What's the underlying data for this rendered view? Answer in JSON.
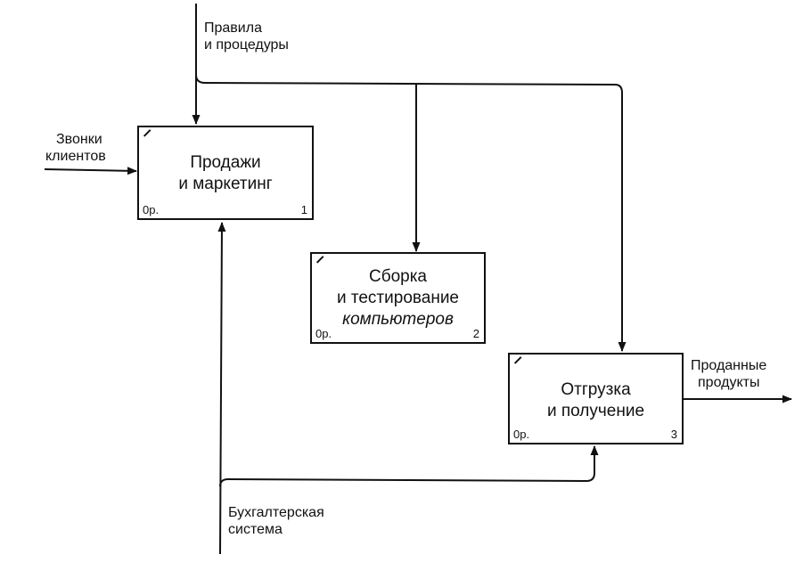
{
  "diagram": {
    "boxes": [
      {
        "id": "box-1",
        "title_lines": [
          "Продажи",
          "и маркетинг"
        ],
        "cost": "0р.",
        "number": "1"
      },
      {
        "id": "box-2",
        "title_lines": [
          "Сборка",
          "и тестирование",
          "компьютеров"
        ],
        "cost": "0р.",
        "number": "2"
      },
      {
        "id": "box-3",
        "title_lines": [
          "Отгрузка",
          "и получение"
        ],
        "cost": "0р.",
        "number": "3"
      }
    ],
    "arrows": {
      "control": {
        "lines": [
          "Правила",
          "и процедуры"
        ]
      },
      "input": {
        "lines": [
          "Звонки",
          "клиентов"
        ]
      },
      "mechanism": {
        "lines": [
          "Бухгалтерская",
          "система"
        ]
      },
      "output": {
        "lines": [
          "Проданные",
          "продукты"
        ]
      }
    },
    "line_color": "#111111"
  }
}
